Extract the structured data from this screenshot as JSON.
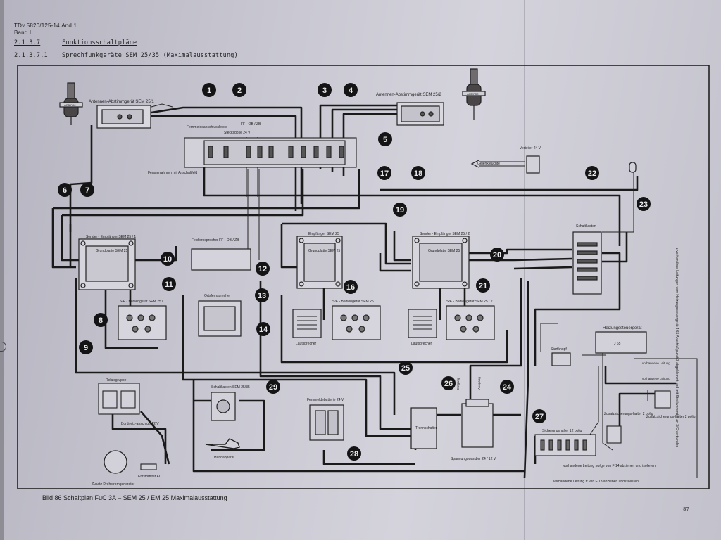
{
  "header": {
    "doc_number": "TDv 5820/125-14 Änd 1",
    "band": "Band II",
    "section_num": "2.1.3.7",
    "section_title": "Funktionsschaltpläne",
    "subsection_num": "2.1.3.7.1",
    "subsection_title": "Sprechfunkgeräte SEM 25/35 (Maximalausstattung)"
  },
  "caption": "Bild 86 Schaltplan FuC 3A – SEM 25 / EM 25 Maximalausstattung",
  "page_number": "87",
  "callouts": [
    "1",
    "2",
    "3",
    "4",
    "5",
    "6",
    "7",
    "8",
    "9",
    "10",
    "11",
    "12",
    "13",
    "14",
    "16",
    "17",
    "18",
    "19",
    "20",
    "21",
    "22",
    "23",
    "24",
    "25",
    "26",
    "27",
    "28",
    "29"
  ],
  "components": {
    "antenna_tuner_1": "Antennen-Abstimmgerät SEM 25/1",
    "antenna_tuner_2": "Antennen-Abstimmgerät SEM 25/2",
    "antenna_1": "Antenne",
    "antenna_2": "Antenne",
    "terminal_strip": "Fernmeldeanschlussleiste",
    "bus_bar": "Stecksdose 24 V",
    "ff_label": "FF - OB / ZB",
    "window_terminal": "Fensterrahmen mit Anschaltfeld",
    "distributor": "Verteiler 24 V",
    "cabin_light": "Gelenkleuchte",
    "switch_box": "Schaltkasten",
    "sender_receiver_1": "Sender - Empfänger SEM 25 / 1",
    "base_plate_1": "Grundplatte SEM 25",
    "field_phone": "Feldfernsprecher FF - OB / ZB",
    "local_phone": "Ortsfernsprecher",
    "receiver": "Empfänger SEM 25",
    "base_plate_recv": "Grundplatte SEM 25",
    "sender_receiver_2": "Sender - Empfänger SEM 25 / 2",
    "base_plate_2": "Grundplatte SEM 25",
    "control_1": "S/E - Bediengerät SEM 25 / 1",
    "control_recv": "S/E - Bediengerät SEM 25",
    "control_2": "S/E - Bediengerät SEM 25 / 2",
    "speaker_1": "Lautsprecher",
    "speaker_2": "Lautsprecher",
    "heater_ctrl": "Heizungssteuergerät",
    "start_button": "Startknopf",
    "relay_group": "Relaisgruppe",
    "onboard_socket": "Bordnetz-anschluß 12 V",
    "suppressor": "Entstörfilter FL 1",
    "alternator": "Zusatz Drehstromgenerator",
    "switch_box_2": "Schaltkasten SEM 25/35",
    "handset": "Handapparat",
    "battery": "Fernmeldebatterie 24 V",
    "isolating_switch": "Trennschalter",
    "voltage_converter": "Spannungswandler 24 / 12 V",
    "fuse_holder_12": "Sicherungshalter 12 polig",
    "fuse_holder_2a": "Zusatzsicherungs-halter 2 polig",
    "fuse_holder_2b": "Zusatzsicherungs-halter 2 polig",
    "input_label": "Eingang",
    "output_label": "Ausgang",
    "existing_line": "vorhandene Leitung",
    "heater_code": "J 65",
    "note_f14": "vorhandene Leitung sw/ge von F 14 abziehen und isolieren",
    "note_f18": "vorhandene Leitung rt von F 18 abziehen und isolieren",
    "side_note": "● vorhandene Leitungen vom Heizungssteuergerät J 65 Anschlußpunkt 3 abgeklemmt und mit Steckverbinder an 3/G verbunden"
  }
}
